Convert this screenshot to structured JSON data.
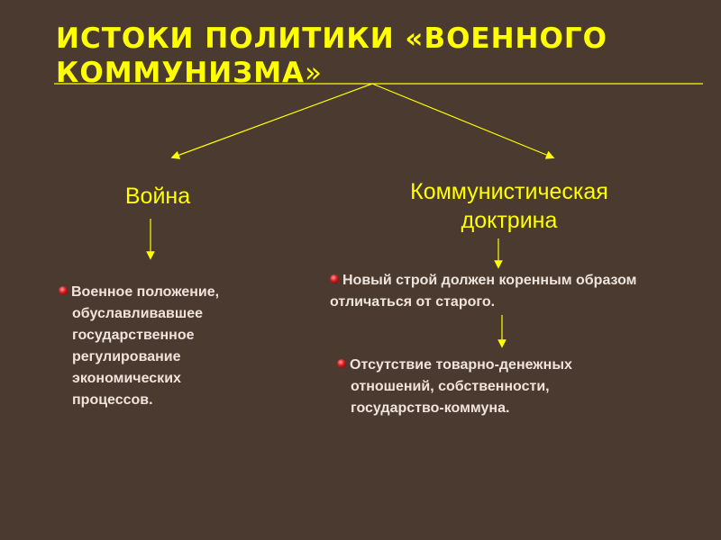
{
  "slide": {
    "title_line1": "ИСТОКИ ПОЛИТИКИ «ВОЕННОГО",
    "title_line2": "КОММУНИЗМА",
    "title_close_quote": "»",
    "colors": {
      "background": "#4a3a2f",
      "accent": "#ffff00",
      "text": "#efe3dc",
      "bullet": "#d01818"
    }
  },
  "left": {
    "heading": "Война",
    "bullet_icon": "red-ball-bullet",
    "item_lines": [
      "Военное положение,",
      "обуславливавшее",
      "государственное",
      "регулирование",
      "экономических",
      "процессов."
    ]
  },
  "right": {
    "heading_line1": "Коммунистическая",
    "heading_line2": "доктрина",
    "bullet_icon": "red-ball-bullet",
    "item1_lines": [
      "Новый строй должен коренным образом",
      "отличаться от старого."
    ],
    "item2_lines": [
      "Отсутствие товарно-денежных",
      "отношений, собственности,",
      "государство-коммуна."
    ]
  }
}
